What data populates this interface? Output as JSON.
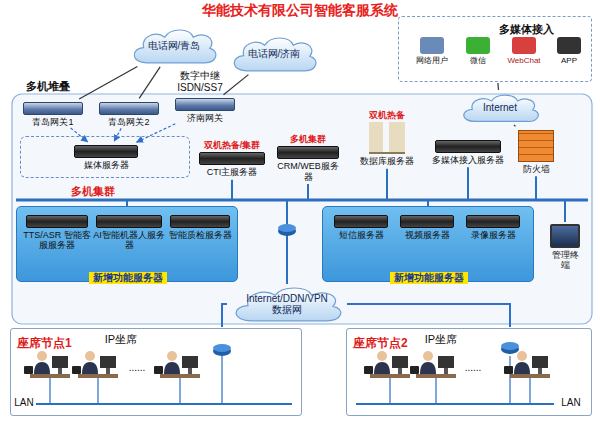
{
  "diagram": {
    "title": "华能技术有限公司智能客服系统",
    "nodes": [
      {
        "text": [
          "电话网/青岛"
        ]
      },
      {
        "text": [
          "电话网/济南"
        ]
      },
      {
        "text": [
          "多媒体接入"
        ]
      },
      {
        "text": [
          "网络用户"
        ],
        "in": 2
      },
      {
        "text": [
          "微信"
        ],
        "in": 2
      },
      {
        "text": [
          "WebChat"
        ],
        "in": 2
      },
      {
        "text": [
          "APP"
        ],
        "in": 2
      },
      {
        "text": [
          "Internet"
        ]
      },
      {
        "text": [
          "青岛网关1"
        ]
      },
      {
        "text": [
          "青岛网关2"
        ]
      },
      {
        "text": [
          "济南网关"
        ]
      },
      {
        "text": [
          "多机集群"
        ]
      },
      {
        "text": [
          "媒体服务器"
        ],
        "in": 11
      },
      {
        "text": [
          "双机热备/集群",
          "CTI主服务器"
        ]
      },
      {
        "text": [
          "多机集群",
          "CRM/WEB服务器"
        ]
      },
      {
        "text": [
          "双机热备",
          "数据库服务器"
        ]
      },
      {
        "text": [
          "多媒体接入服务器"
        ]
      },
      {
        "text": [
          "防火墙"
        ]
      },
      {
        "text": [
          "新增功能服务器"
        ]
      },
      {
        "text": [
          "TTS/ASR 智能客服服务器"
        ],
        "in": 18
      },
      {
        "text": [
          "AI智能机器人服务器"
        ],
        "in": 18
      },
      {
        "text": [
          "智能质检服务器"
        ],
        "in": 18
      },
      {
        "text": [
          "新增功能服务器"
        ]
      },
      {
        "text": [
          "短信服务器"
        ],
        "in": 22
      },
      {
        "text": [
          "视频服务器"
        ],
        "in": 22
      },
      {
        "text": [
          "录像服务器"
        ],
        "in": 22
      },
      {
        "text": [
          "管理终端"
        ]
      },
      {
        "text": [
          "Internet/DDN/VPN 数据网"
        ]
      },
      {
        "text": [
          "座席节点1"
        ]
      },
      {
        "text": [
          "座席节点2"
        ]
      }
    ],
    "edges": [
      {
        "from": 0,
        "to": 8,
        "arrow": "none"
      },
      {
        "from": 0,
        "to": 9,
        "arrow": "none"
      },
      {
        "from": 1,
        "to": 10,
        "arrow": "none"
      },
      {
        "from": 8,
        "to": 12,
        "arrow": "to"
      },
      {
        "from": 9,
        "to": 12,
        "arrow": "to"
      },
      {
        "from": 10,
        "to": 12,
        "arrow": "to"
      },
      {
        "from": 2,
        "to": 7,
        "arrow": "none"
      },
      {
        "from": 7,
        "to": 17,
        "arrow": "none"
      },
      {
        "from": 27,
        "to": 28,
        "arrow": "none"
      },
      {
        "from": 27,
        "to": 29,
        "arrow": "none"
      }
    ],
    "labels": [
      "数字中继 ISDN/SS7",
      "多机堆叠",
      "IP坐席",
      "......",
      "LAN",
      "IP坐席",
      "......",
      "LAN"
    ]
  }
}
